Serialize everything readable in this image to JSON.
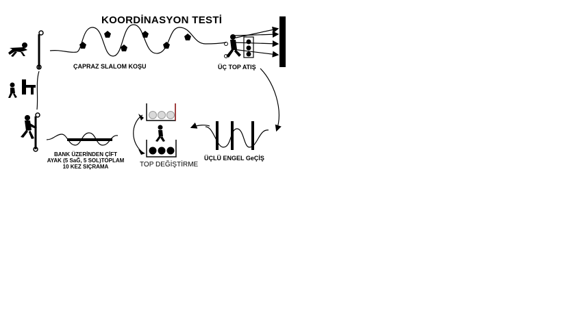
{
  "title": "KOORDİNASYON TESTİ",
  "stations": {
    "slalom": "ÇAPRAZ SLALOM KOŞU",
    "throw": "ÜÇ TOP ATIŞ",
    "hurdles": "ÜÇLÜ ENGEL GeÇİŞ",
    "ball_swap": "TOP DEĞİŞTİRME",
    "bench_line1": "BANK ÜZERİNDEN ÇİFT",
    "bench_line2": "AYAK (5 SaĞ, 5 SOL)TOPLAM",
    "bench_line3": "10 KEZ SIÇRAMA"
  },
  "colors": {
    "ink": "#000000",
    "ball_empty": "#d9d9d9",
    "box_accent": "#c00000"
  },
  "icons": {
    "start": "crouching-runner-icon",
    "hurdle_start": "chair-icon",
    "finish": "sprinter-icon",
    "thrower": "thrower-icon",
    "swapper": "runner-icon"
  }
}
